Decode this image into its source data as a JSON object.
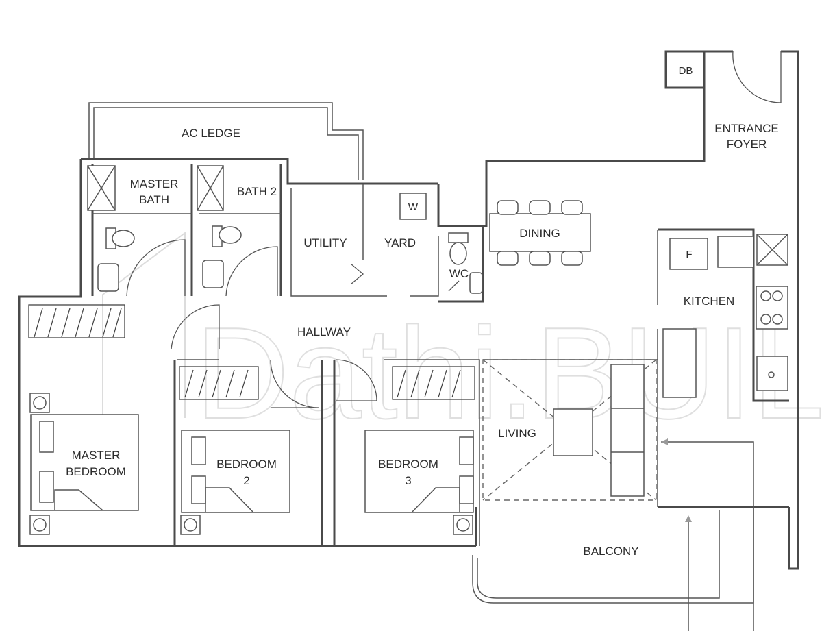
{
  "labels": {
    "ac_ledge": "AC LEDGE",
    "master_bath_line1": "MASTER",
    "master_bath_line2": "BATH",
    "bath2": "BATH 2",
    "utility": "UTILITY",
    "yard": "YARD",
    "washer": "W",
    "wc": "WC",
    "dining": "DINING",
    "db": "DB",
    "entrance_line1": "ENTRANCE",
    "entrance_line2": "FOYER",
    "fridge": "F",
    "kitchen": "KITCHEN",
    "hallway": "HALLWAY",
    "master_bedroom_line1": "MASTER",
    "master_bedroom_line2": "BEDROOM",
    "bedroom2_line1": "BEDROOM",
    "bedroom2_line2": "2",
    "bedroom3_line1": "BEDROOM",
    "bedroom3_line2": "3",
    "living": "LIVING",
    "balcony": "BALCONY"
  },
  "watermark": {
    "mark_text": "Dathi.BUILD"
  }
}
